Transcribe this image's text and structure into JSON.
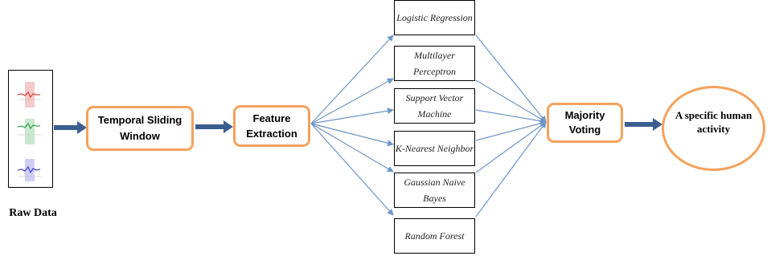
{
  "raw_data": {
    "label": "Raw Data"
  },
  "steps": {
    "sliding_window": "Temporal Sliding Window",
    "feature_extraction": "Feature Extraction",
    "majority_voting": "Majority Voting",
    "outcome": "A specific human  activity"
  },
  "models": [
    "Logistic Regression",
    "Multilayer Perceptron",
    "Support Vector Machine",
    "K-Nearest Neighbor",
    "Gaussian Naive Bayes",
    "Random Forest"
  ],
  "colors": {
    "box_border": "#f5a25d",
    "thick_arrow": "#3a5f8f",
    "thin_arrow": "#6f96c8",
    "signal_red": "#e84040",
    "signal_green": "#3aa64a",
    "signal_blue": "#4a4ae0"
  }
}
